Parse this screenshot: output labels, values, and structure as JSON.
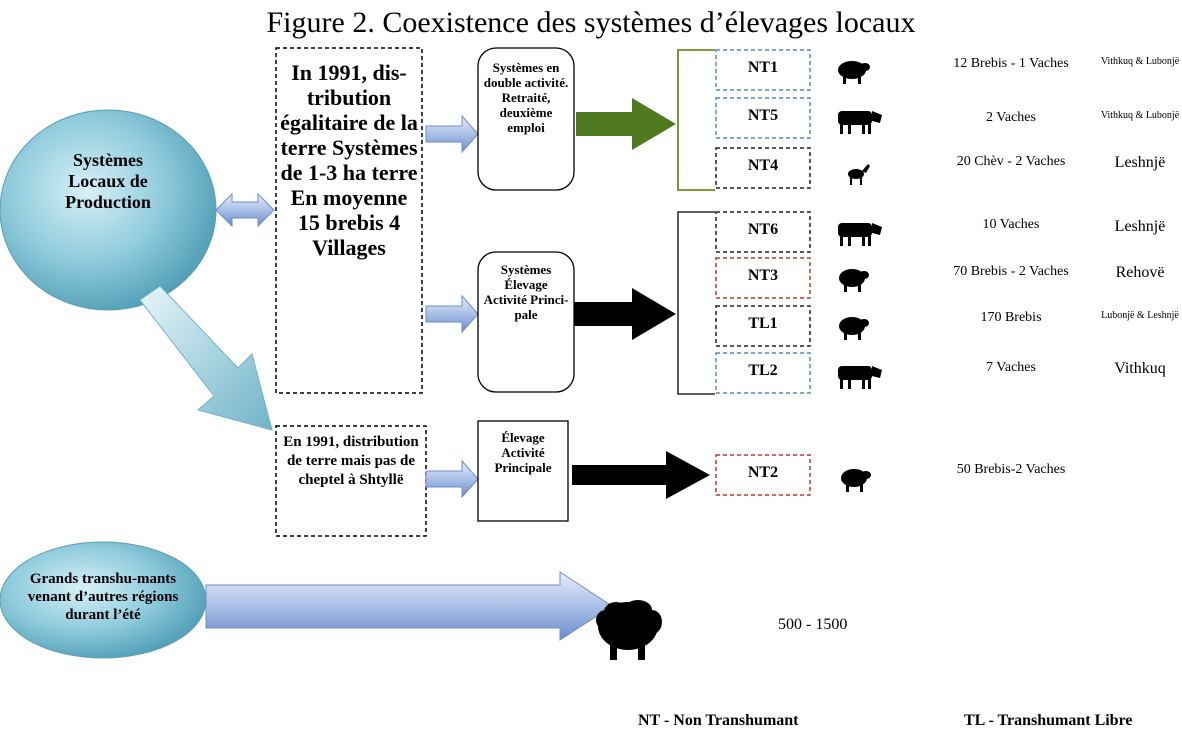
{
  "title": "Figure 2. Coexistence des systèmes d’élevages locaux",
  "circles": {
    "local": "Systèmes Locaux de Production",
    "transhumants": "Grands transhu-mants venant d’autres régions durant l’été"
  },
  "boxes": {
    "distribution_1991": "In 1991, dis-tribution égalitaire de la terre Systèmes de 1-3 ha terre En moyenne 15 brebis 4 Villages",
    "shtylle": "En 1991, distribution de terre mais pas de cheptel à Shtyllë",
    "double_activity": "Systèmes en double activité. Retraité, deuxième emploi",
    "main_activity": "Systèmes Élevage Activité Princi-pale",
    "elevage_principal": "Élevage Activité Principale"
  },
  "rows": [
    {
      "code": "NT1",
      "animal": "sheep",
      "herd": "12 Brebis - 1 Vaches",
      "villages": "Vithkuq & Lubonjë",
      "village_style": "small",
      "border": "#4a90c8"
    },
    {
      "code": "NT5",
      "animal": "cow",
      "herd": "2 Vaches",
      "villages": "Vithkuq & Lubonjë",
      "village_style": "small",
      "border": "#4a90c8"
    },
    {
      "code": "NT4",
      "animal": "goat",
      "herd": "20 Chèv - 2 Vaches",
      "villages": "Leshnjë",
      "village_style": "big",
      "border": "#222222"
    },
    {
      "code": "NT6",
      "animal": "cow",
      "herd": "10 Vaches",
      "villages": "Leshnjë",
      "village_style": "big",
      "border": "#222222"
    },
    {
      "code": "NT3",
      "animal": "sheep",
      "herd": "70 Brebis - 2 Vaches",
      "villages": "Rehovë",
      "village_style": "big",
      "border": "#c0392b"
    },
    {
      "code": "TL1",
      "animal": "sheep",
      "herd": "170 Brebis",
      "villages": "Lubonjë & Leshnjë",
      "village_style": "small",
      "border": "#222222"
    },
    {
      "code": "TL2",
      "animal": "cow",
      "herd": "7 Vaches",
      "villages": "Vithkuq",
      "village_style": "big",
      "border": "#4a90c8"
    },
    {
      "code": "NT2",
      "animal": "sheep",
      "herd": "50 Brebis-2 Vaches",
      "villages": "",
      "village_style": "big",
      "border": "#c0392b"
    }
  ],
  "transhumant_count": "500 - 1500",
  "legend": {
    "nt": "NT - Non Transhumant",
    "tl": "TL - Transhumant Libre"
  },
  "colors": {
    "circle_fill": "#7fc3d6",
    "arrow_blue": "#8fa8d8",
    "arrow_green": "#4f7a1f",
    "bracket_green": "#6b8e23"
  }
}
